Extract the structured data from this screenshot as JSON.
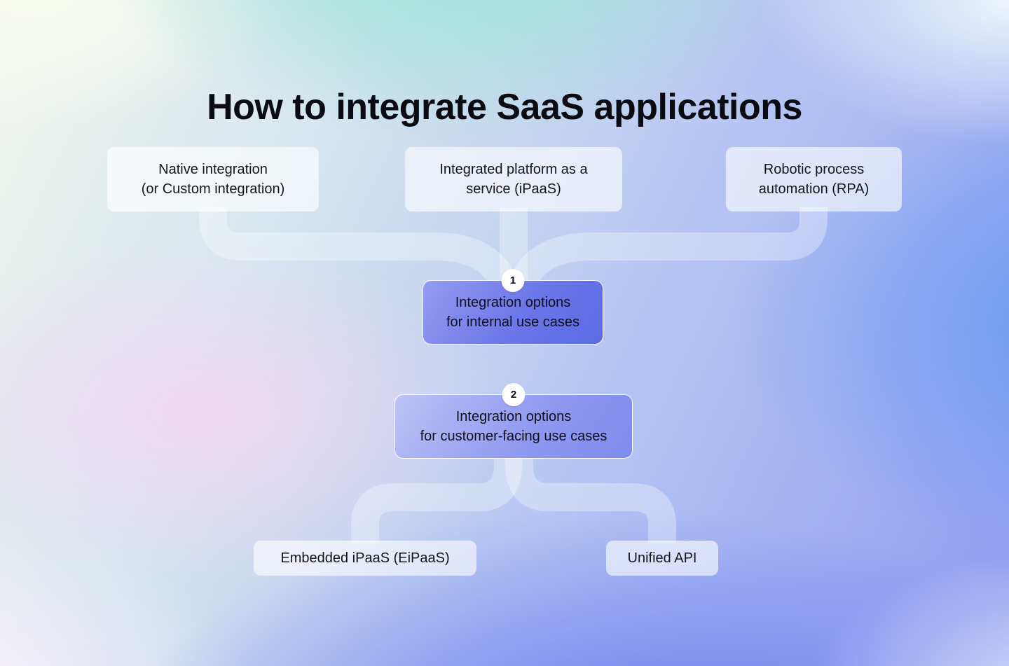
{
  "title": "How to integrate SaaS applications",
  "colors": {
    "title_text": "#0b0b12",
    "box_text": "#15151c",
    "light_box_fill": "rgba(255,255,255,0.62)",
    "step1_gradient_start": "#959cf1",
    "step1_gradient_end": "#5c6be5",
    "step2_gradient_start": "#bdc3f6",
    "step2_gradient_end": "#7e8cee",
    "connector": "rgba(255,255,255,0.32)",
    "badge_fill": "#ffffff",
    "bg_mint": "#96e4d6",
    "bg_blue": "#6476f0",
    "bg_pink": "#f0d8f3"
  },
  "diagram": {
    "top_options": [
      {
        "line1": "Native integration",
        "line2": "(or Custom integration)"
      },
      {
        "line1": "Integrated platform as a",
        "line2": "service (iPaaS)"
      },
      {
        "line1": "Robotic process",
        "line2": "automation (RPA)"
      }
    ],
    "step1": {
      "badge": "1",
      "line1": "Integration options",
      "line2": "for internal use cases"
    },
    "step2": {
      "badge": "2",
      "line1": "Integration options",
      "line2": "for customer-facing use cases"
    },
    "bottom_options": [
      {
        "label": "Embedded iPaaS (EiPaaS)"
      },
      {
        "label": "Unified API"
      }
    ]
  }
}
